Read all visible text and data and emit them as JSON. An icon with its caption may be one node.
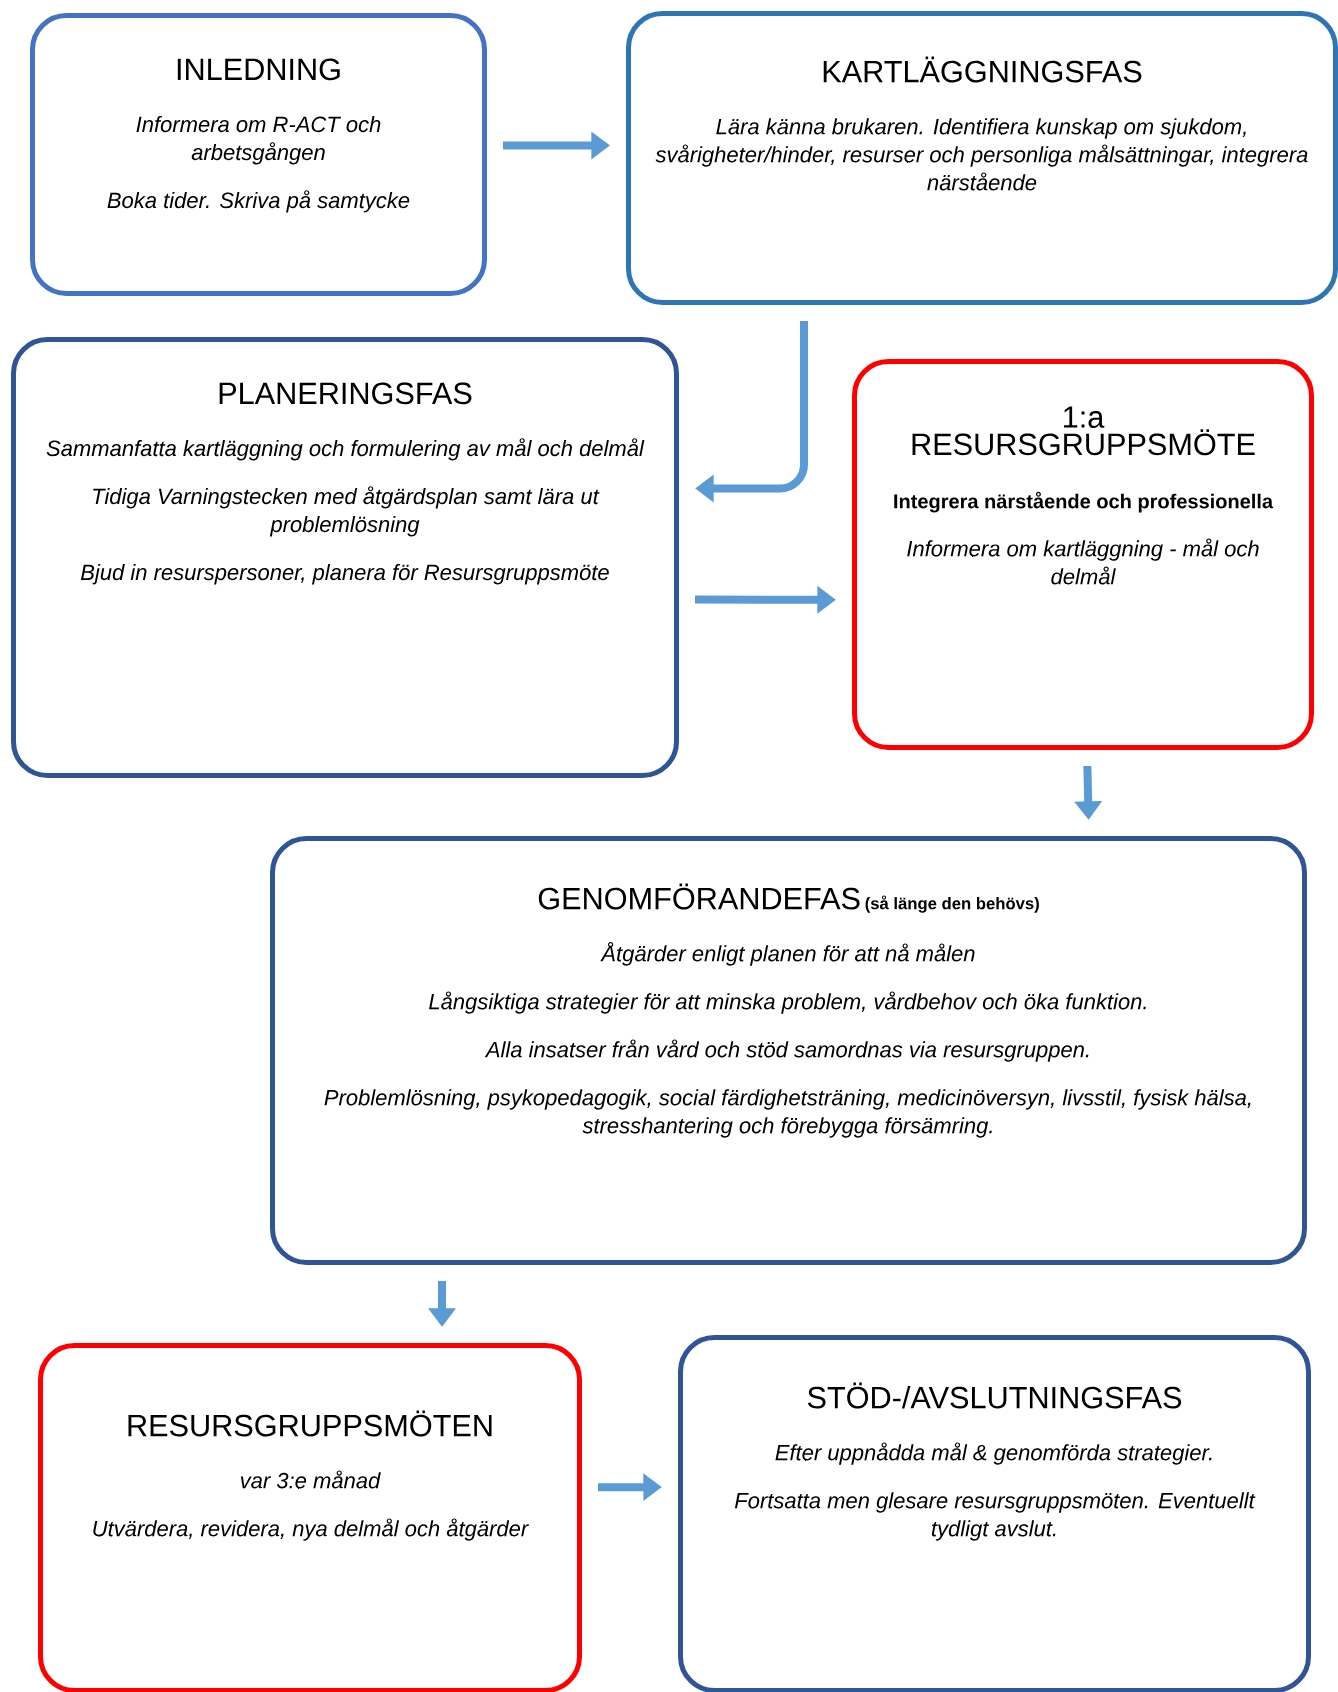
{
  "diagram": {
    "nodes": [
      {
        "text": [
          "INLEDNING",
          "Informera om R-ACT och arbetsgången",
          "Boka tider. Skriva på samtycke"
        ]
      },
      {
        "text": [
          "KARTLÄGGNINGSFAS",
          "Lära känna brukaren. Identifiera kunskap om sjukdom, svårigheter/hinder, resurser och personliga målsättningar, integrera närstående"
        ]
      },
      {
        "text": [
          "PLANERINGSFAS",
          "Sammanfatta kartläggning och formulering av mål och delmål",
          "Tidiga Varningstecken med åtgärdsplan samt lära ut problemlösning",
          "Bjud in resurspersoner, planera för Resursgruppsmöte"
        ]
      },
      {
        "text": [
          "1:a RESURSGRUPPSMÖTE",
          "Integrera närstående och professionella",
          "Informera om kartläggning - mål och delmål"
        ]
      },
      {
        "text": [
          "GENOMFÖRANDEFAS",
          "(så länge den behövs)",
          "Åtgärder enligt planen för att nå målen",
          "Långsiktiga strategier för att minska problem, vårdbehov och öka funktion.",
          "Alla insatser från vård och stöd samordnas via resursgruppen.",
          "Problemlösning, psykopedagogik, social färdighetsträning, medicinöversyn, livsstil, fysisk hälsa, stresshantering och förebygga försämring."
        ]
      },
      {
        "text": [
          "RESURSGRUPPSMÖTEN",
          "var 3:e månad",
          "Utvärdera, revidera, nya delmål och åtgärder"
        ]
      },
      {
        "text": [
          "STÖD-/AVSLUTNINGSFAS",
          "Efter uppnådda mål & genomförda strategier.",
          "Fortsatta men glesare resursgruppsmöten. Eventuellt tydligt avslut."
        ]
      }
    ],
    "edges": [
      {
        "from": 0,
        "to": 1,
        "arrow": "to"
      },
      {
        "from": 1,
        "to": 2,
        "arrow": "to"
      },
      {
        "from": 2,
        "to": 3,
        "arrow": "to"
      },
      {
        "from": 3,
        "to": 4,
        "arrow": "to"
      },
      {
        "from": 4,
        "to": 5,
        "arrow": "to"
      },
      {
        "from": 5,
        "to": 6,
        "arrow": "to"
      }
    ]
  }
}
